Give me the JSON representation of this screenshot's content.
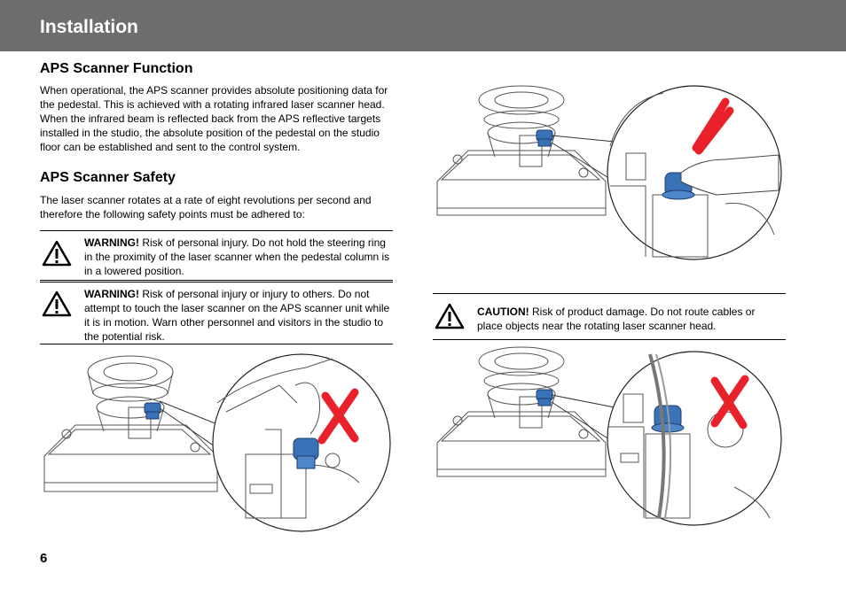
{
  "header": {
    "title": "Installation"
  },
  "section1": {
    "heading": "APS Scanner Function",
    "body": "When operational, the APS scanner provides absolute positioning data for the pedestal. This is achieved with a rotating infrared laser scanner head. When the infrared beam is reflected back from the APS reflective targets installed in the studio, the absolute position of the pedestal on the studio floor can be established and sent to the control system."
  },
  "section2": {
    "heading": "APS Scanner Safety",
    "body": "The laser scanner rotates at a rate of eight revolutions per second and therefore the following safety points must be adhered to:"
  },
  "notices": [
    {
      "label": "WARNING!",
      "text": " Risk of personal injury. Do not hold the steering ring in the proximity of the laser scanner when the pedestal column is in a lowered position.",
      "icon": "warning-triangle-icon"
    },
    {
      "label": "WARNING!",
      "text": " Risk of personal injury or injury to others. Do not attempt to touch the laser scanner on the APS scanner unit while it is in motion. Warn other personnel and visitors in the studio to the potential risk.",
      "icon": "warning-triangle-icon"
    },
    {
      "label": "CAUTION!",
      "text": " Risk of product damage. Do not route cables or place objects near the rotating laser scanner head.",
      "icon": "warning-triangle-icon"
    }
  ],
  "footer": {
    "page_number": "6"
  },
  "colors": {
    "header_bg": "#6d6d6d",
    "scanner_blue": "#3a72b8",
    "cross_red": "#e8212b"
  }
}
